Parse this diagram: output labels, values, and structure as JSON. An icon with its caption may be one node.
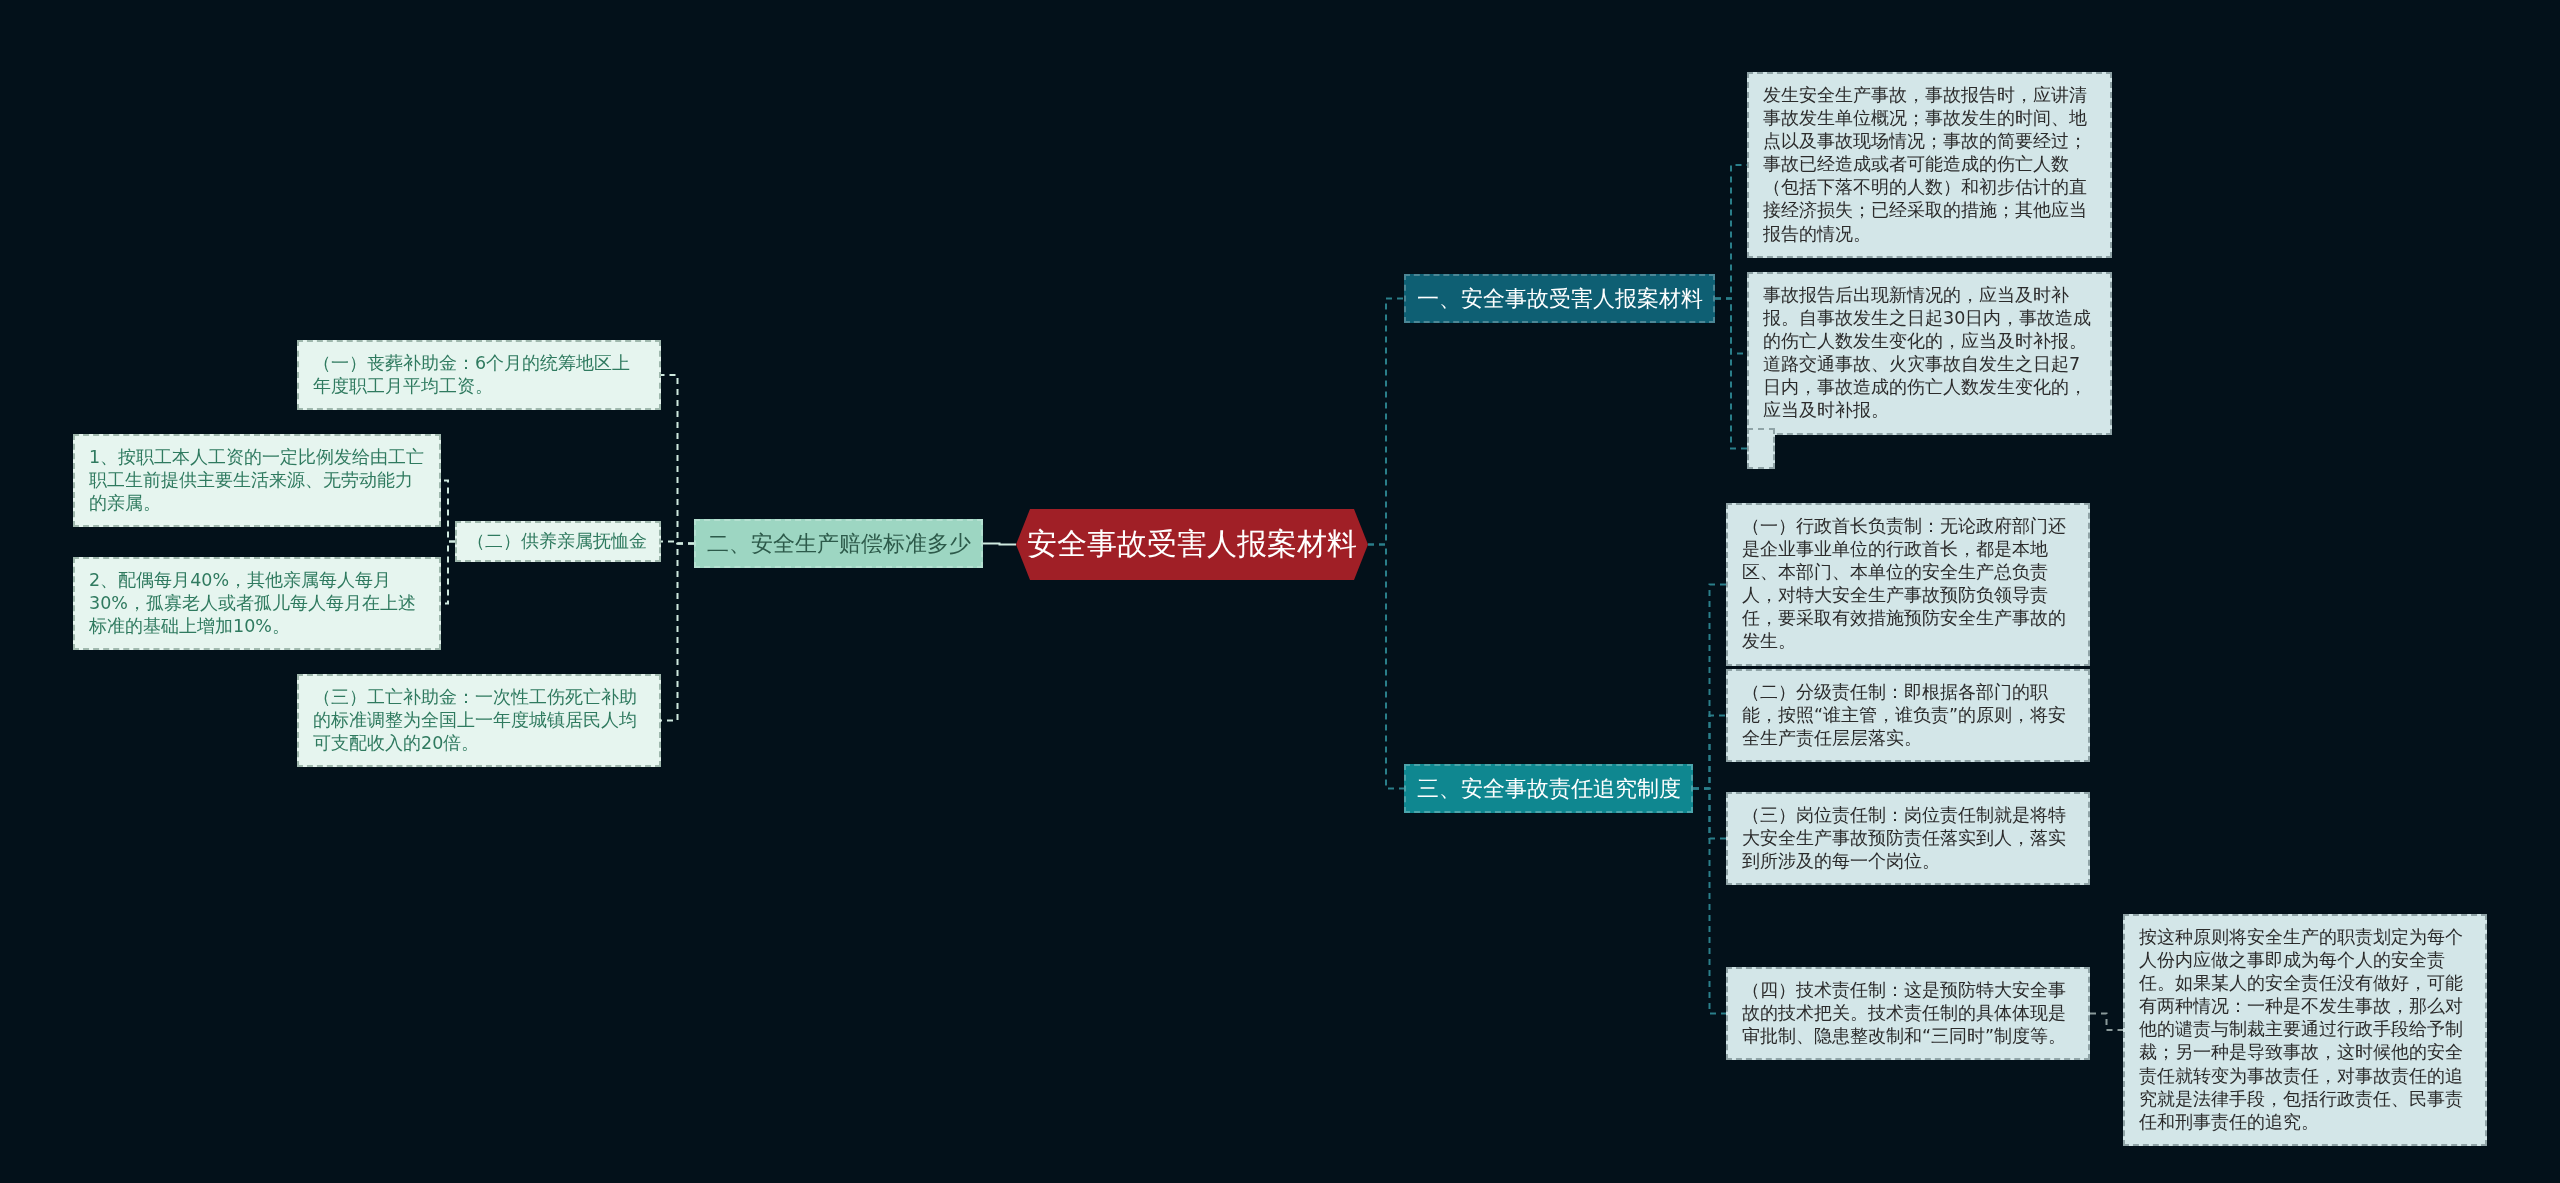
{
  "diagram": {
    "nodes": [
      {
        "text": [
          "安全事故受害人报案材料"
        ]
      },
      {
        "text": [
          "一、安全事故受害人报案材料"
        ]
      },
      {
        "text": [
          "三、安全事故责任追究制度"
        ]
      },
      {
        "text": [
          "二、安全生产赔偿标准多少"
        ]
      },
      {
        "text": [
          "发生安全生产事故，事故报告时，应讲清事故发生单位概况；事故发生的时间、地点以及事故现场情况；事故的简要经过；事故已经造成或者可能造成的伤亡人数（包括下落不明的人数）和初步估计的直接经济损失；已经采取的措施；其他应当报告的情况。"
        ]
      },
      {
        "text": [
          "事故报告后出现新情况的，应当及时补报。自事故发生之日起30日内，事故造成的伤亡人数发生变化的，应当及时补报。道路交通事故、火灾事故自发生之日起7日内，事故造成的伤亡人数发生变化的，应当及时补报。"
        ]
      },
      {
        "text": [],
        "shape": "box"
      },
      {
        "text": [
          "（一）行政首长负责制：无论政府部门还是企业事业单位的行政首长，都是本地区、本部门、本单位的安全生产总负责人，对特大安全生产事故预防负领导责任，要采取有效措施预防安全生产事故的发生。"
        ]
      },
      {
        "text": [
          "（二）分级责任制：即根据各部门的职能，按照“谁主管，谁负责”的原则，将安全生产责任层层落实。"
        ]
      },
      {
        "text": [
          "（三）岗位责任制：岗位责任制就是将特大安全生产事故预防责任落实到人，落实到所涉及的每一个岗位。"
        ]
      },
      {
        "text": [
          "（四）技术责任制：这是预防特大安全事故的技术把关。技术责任制的具体体现是审批制、隐患整改制和“三同时”制度等。"
        ]
      },
      {
        "text": [
          "按这种原则将安全生产的职责划定为每个人份内应做之事即成为每个人的安全责任。如果某人的安全责任没有做好，可能有两种情况：一种是不发生事故，那么对他的谴责与制裁主要通过行政手段给予制裁；另一种是导致事故，这时候他的安全责任就转变为事故责任，对事故责任的追究就是法律手段，包括行政责任、民事责任和刑事责任的追究。"
        ]
      },
      {
        "text": [
          "（一）丧葬补助金：6个月的统筹地区上年度职工月平均工资。"
        ]
      },
      {
        "text": [
          "（二）供养亲属抚恤金"
        ]
      },
      {
        "text": [
          "1、按职工本人工资的一定比例发给由工亡职工生前提供主要生活来源、无劳动能力的亲属。"
        ]
      },
      {
        "text": [
          "2、配偶每月40%，其他亲属每人每月30%，孤寡老人或者孤儿每人每月在上述标准的基础上增加10%。"
        ]
      },
      {
        "text": [
          "（三）工亡补助金：一次性工伤死亡补助的标准调整为全国上一年度城镇居民人均可支配收入的20倍。"
        ]
      }
    ],
    "edges": [
      {
        "from": 0,
        "to": 1,
        "arrow": "none",
        "style": "dashed",
        "color": "#2a7f8a"
      },
      {
        "from": 0,
        "to": 2,
        "arrow": "none",
        "style": "dashed",
        "color": "#2a7f8a"
      },
      {
        "from": 0,
        "to": 3,
        "arrow": "none",
        "color": "#cfe9df"
      },
      {
        "from": 1,
        "to": 4,
        "arrow": "none",
        "style": "dashed",
        "color": "#2a7f8a"
      },
      {
        "from": 1,
        "to": 5,
        "arrow": "none",
        "style": "dashed",
        "color": "#2a7f8a"
      },
      {
        "from": 1,
        "to": 6,
        "arrow": "none",
        "style": "dashed",
        "color": "#2a7f8a"
      },
      {
        "from": 2,
        "to": 7,
        "arrow": "none",
        "style": "dashed",
        "color": "#2a7f8a"
      },
      {
        "from": 2,
        "to": 8,
        "arrow": "none",
        "style": "dashed",
        "color": "#2a7f8a"
      },
      {
        "from": 2,
        "to": 9,
        "arrow": "none",
        "style": "dashed",
        "color": "#2a7f8a"
      },
      {
        "from": 2,
        "to": 10,
        "arrow": "none",
        "style": "dashed",
        "color": "#2a7f8a"
      },
      {
        "from": 10,
        "to": 11,
        "arrow": "none",
        "style": "dashed",
        "color": "#8a9a9a"
      },
      {
        "from": 3,
        "to": 12,
        "arrow": "none",
        "style": "dashed",
        "color": "#cfe9df"
      },
      {
        "from": 3,
        "to": 13,
        "arrow": "none",
        "style": "dashed",
        "color": "#cfe9df"
      },
      {
        "from": 3,
        "to": 16,
        "arrow": "none",
        "style": "dashed",
        "color": "#cfe9df"
      },
      {
        "from": 13,
        "to": 14,
        "arrow": "none",
        "style": "dashed",
        "color": "#cfe9df"
      },
      {
        "from": 13,
        "to": 15,
        "arrow": "none",
        "style": "dashed",
        "color": "#cfe9df"
      }
    ]
  }
}
